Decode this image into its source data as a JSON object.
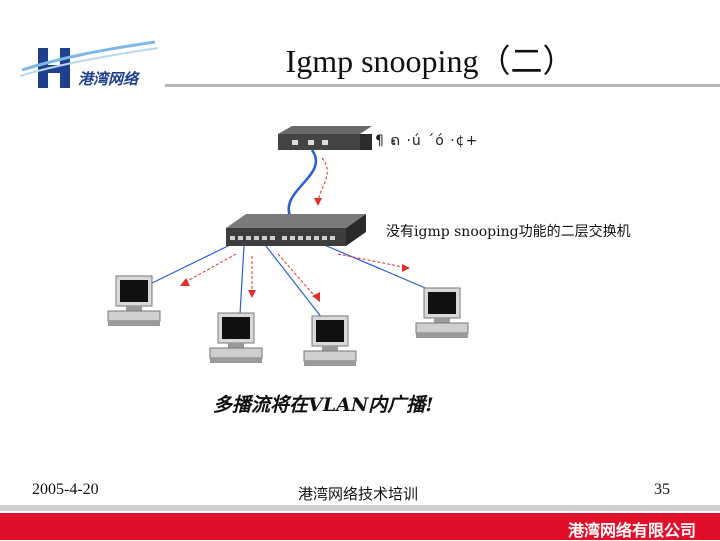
{
  "header": {
    "title": "Igmp snooping（二）",
    "logo_text": "港湾网络"
  },
  "diagram": {
    "router_label": "¶ ຄ ·ú ´ó ·¢+",
    "switch_label": "没有igmp snooping功能的二层交换机",
    "caption": "多播流将在VLAN内广播!"
  },
  "footer": {
    "date": "2005-4-20",
    "center": "港湾网络技术培训",
    "page": "35",
    "company": "港湾网络有限公司"
  },
  "colors": {
    "accent_red": "#e20f2a",
    "logo_blue": "#1f3f8f",
    "link_blue": "#2a5dd6"
  }
}
